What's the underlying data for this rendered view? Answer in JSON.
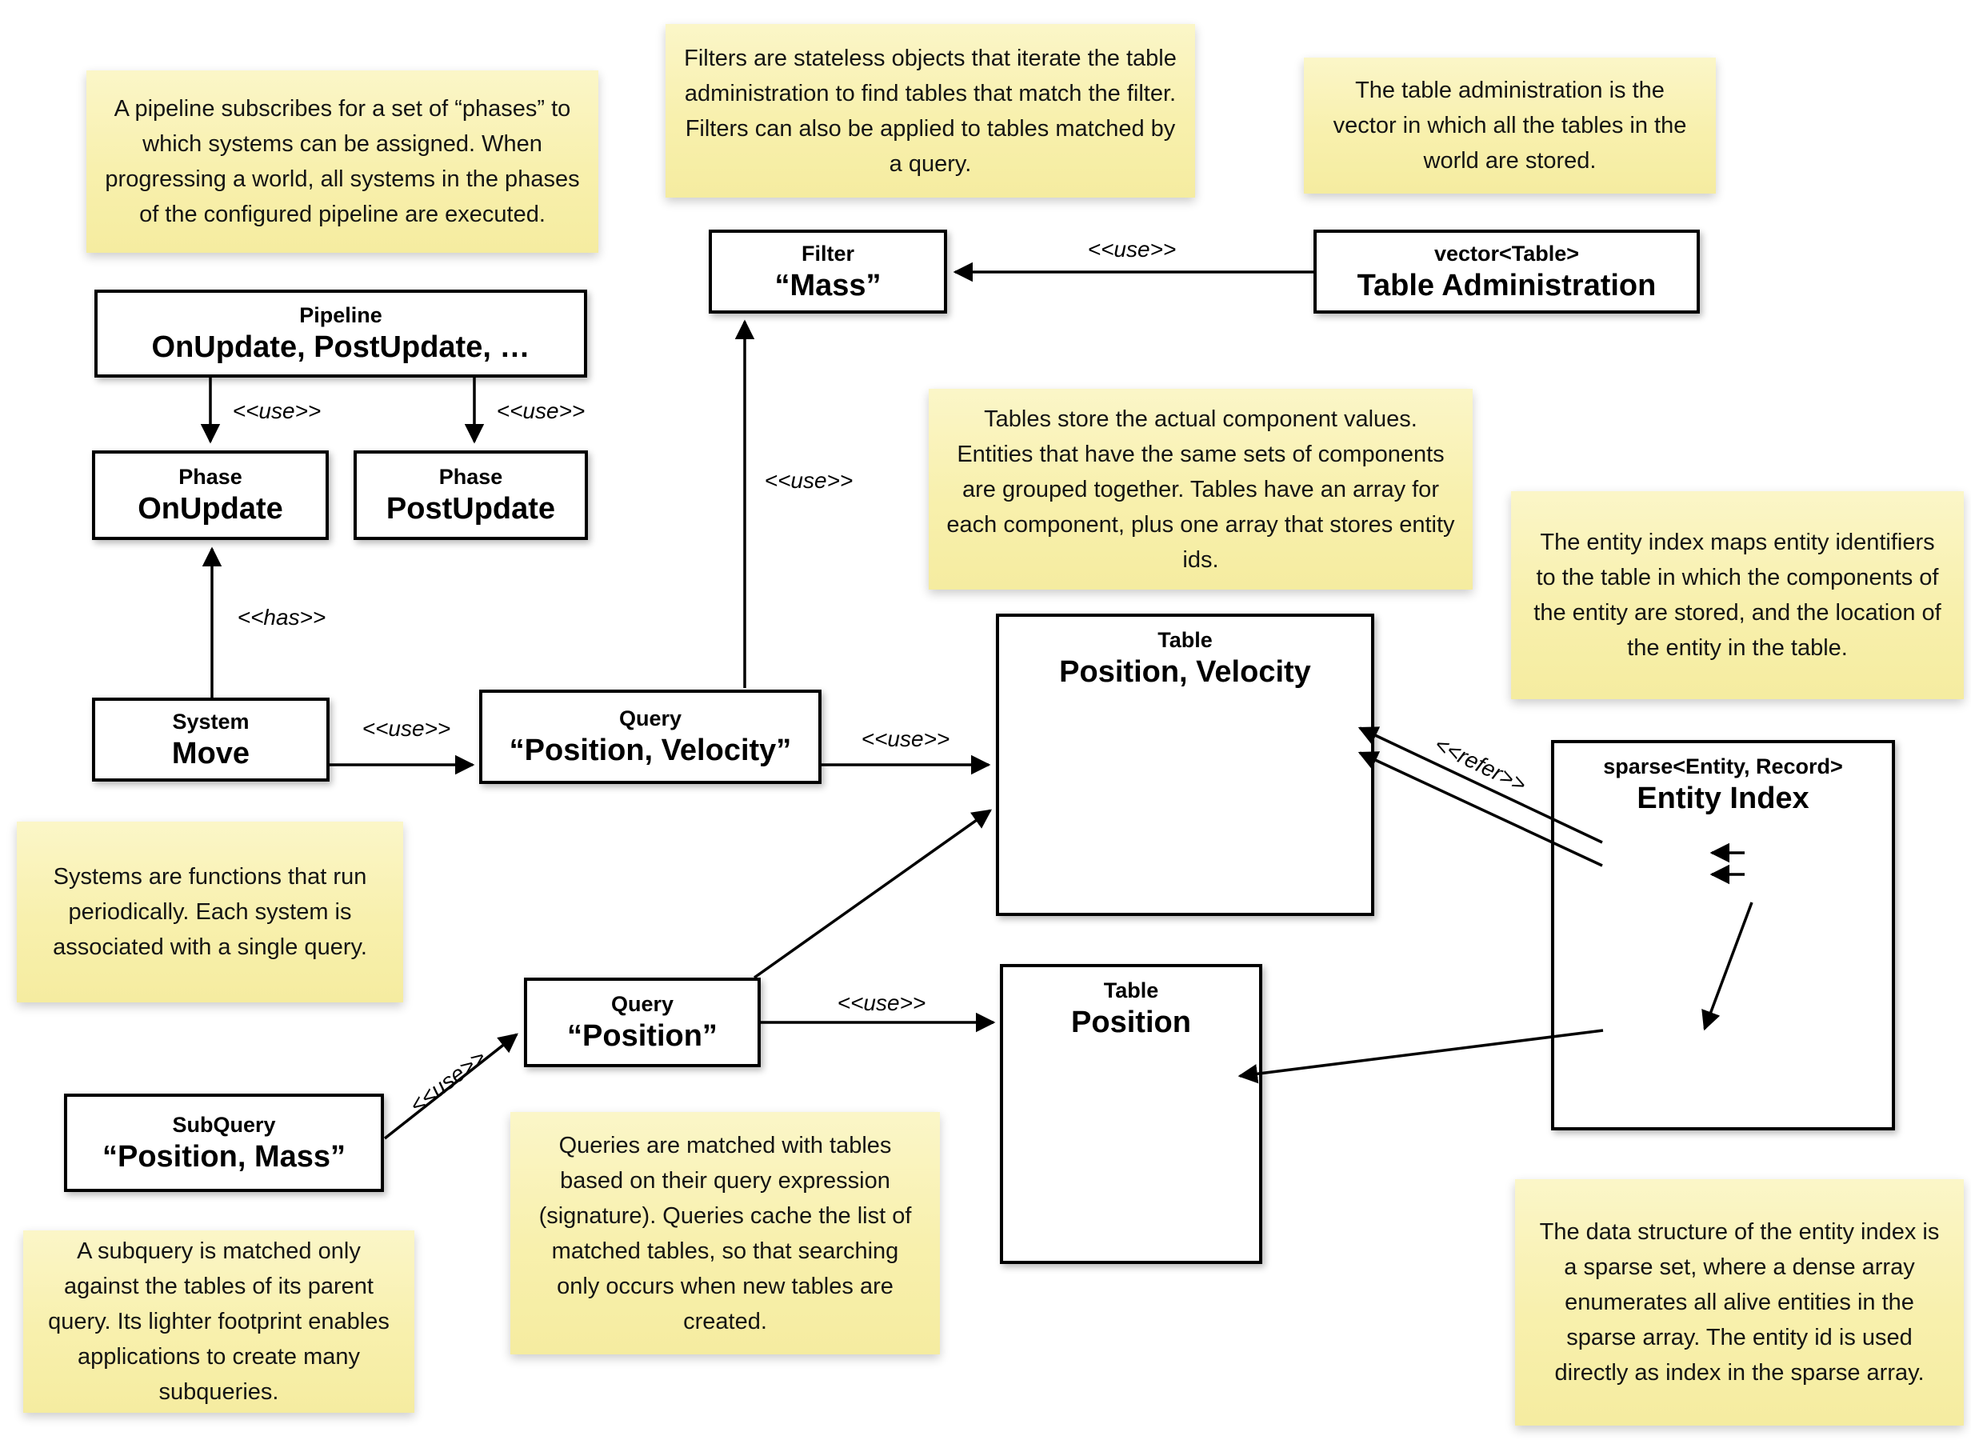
{
  "colors": {
    "background": "#ffffff",
    "note_top": "#fbf6c8",
    "note_bottom": "#f5eca0",
    "box_border": "#000000",
    "array_fill": "#e4e4e4",
    "line": "#000000"
  },
  "notes": {
    "pipeline": {
      "text": "A pipeline subscribes for a set of “phases” to which systems can be assigned. When progressing a world, all systems in the phases of the configured pipeline are executed."
    },
    "filters": {
      "text": "Filters are stateless objects that iterate the table administration to find tables that match the filter. Filters can also be applied to tables matched by a query."
    },
    "table_admin": {
      "text": "The table administration is the vector in which all the tables in the world are stored."
    },
    "tables": {
      "text": "Tables store the actual component values. Entities that have the same sets of components are grouped together. Tables have an array for each component, plus one array that stores entity ids."
    },
    "entity_index": {
      "text": "The entity index maps entity identifiers to the table in which the components of the entity are stored, and the location of the entity in the table."
    },
    "systems": {
      "text": "Systems are functions that run periodically. Each system is associated with a single query."
    },
    "queries": {
      "text": "Queries are matched with tables based on their query expression (signature). Queries cache the list of matched tables, so that searching only occurs when new tables are created."
    },
    "subquery": {
      "text": "A subquery is matched only against the tables of its parent query. Its lighter footprint enables applications to create many subqueries."
    },
    "sparse_set": {
      "text": "The data structure of the entity index is a sparse set, where a dense array enumerates all alive entities in the sparse array. The entity id is used directly as index in the sparse array."
    }
  },
  "boxes": {
    "pipeline": {
      "title": "Pipeline",
      "value": "OnUpdate, PostUpdate, …"
    },
    "phase_onupdate": {
      "title": "Phase",
      "value": "OnUpdate"
    },
    "phase_postupdate": {
      "title": "Phase",
      "value": "PostUpdate"
    },
    "filter_mass": {
      "title": "Filter",
      "value": "“Mass”"
    },
    "table_administration": {
      "title": "vector<Table>",
      "value": "Table Administration"
    },
    "system_move": {
      "title": "System",
      "value": "Move"
    },
    "query_position_velocity": {
      "title": "Query",
      "value": "“Position, Velocity”"
    },
    "table_position_velocity": {
      "title": "Table",
      "value": "Position, Velocity"
    },
    "entity_index": {
      "title": "sparse<Entity, Record>",
      "value": "Entity Index"
    },
    "query_position": {
      "title": "Query",
      "value": "“Position”"
    },
    "table_position": {
      "title": "Table",
      "value": "Position"
    },
    "subquery": {
      "title": "SubQuery",
      "value": "“Position, Mass”"
    }
  },
  "edge_labels": {
    "use": "<<use>>",
    "has": "<<has>>",
    "refer": "<<refer>>"
  }
}
